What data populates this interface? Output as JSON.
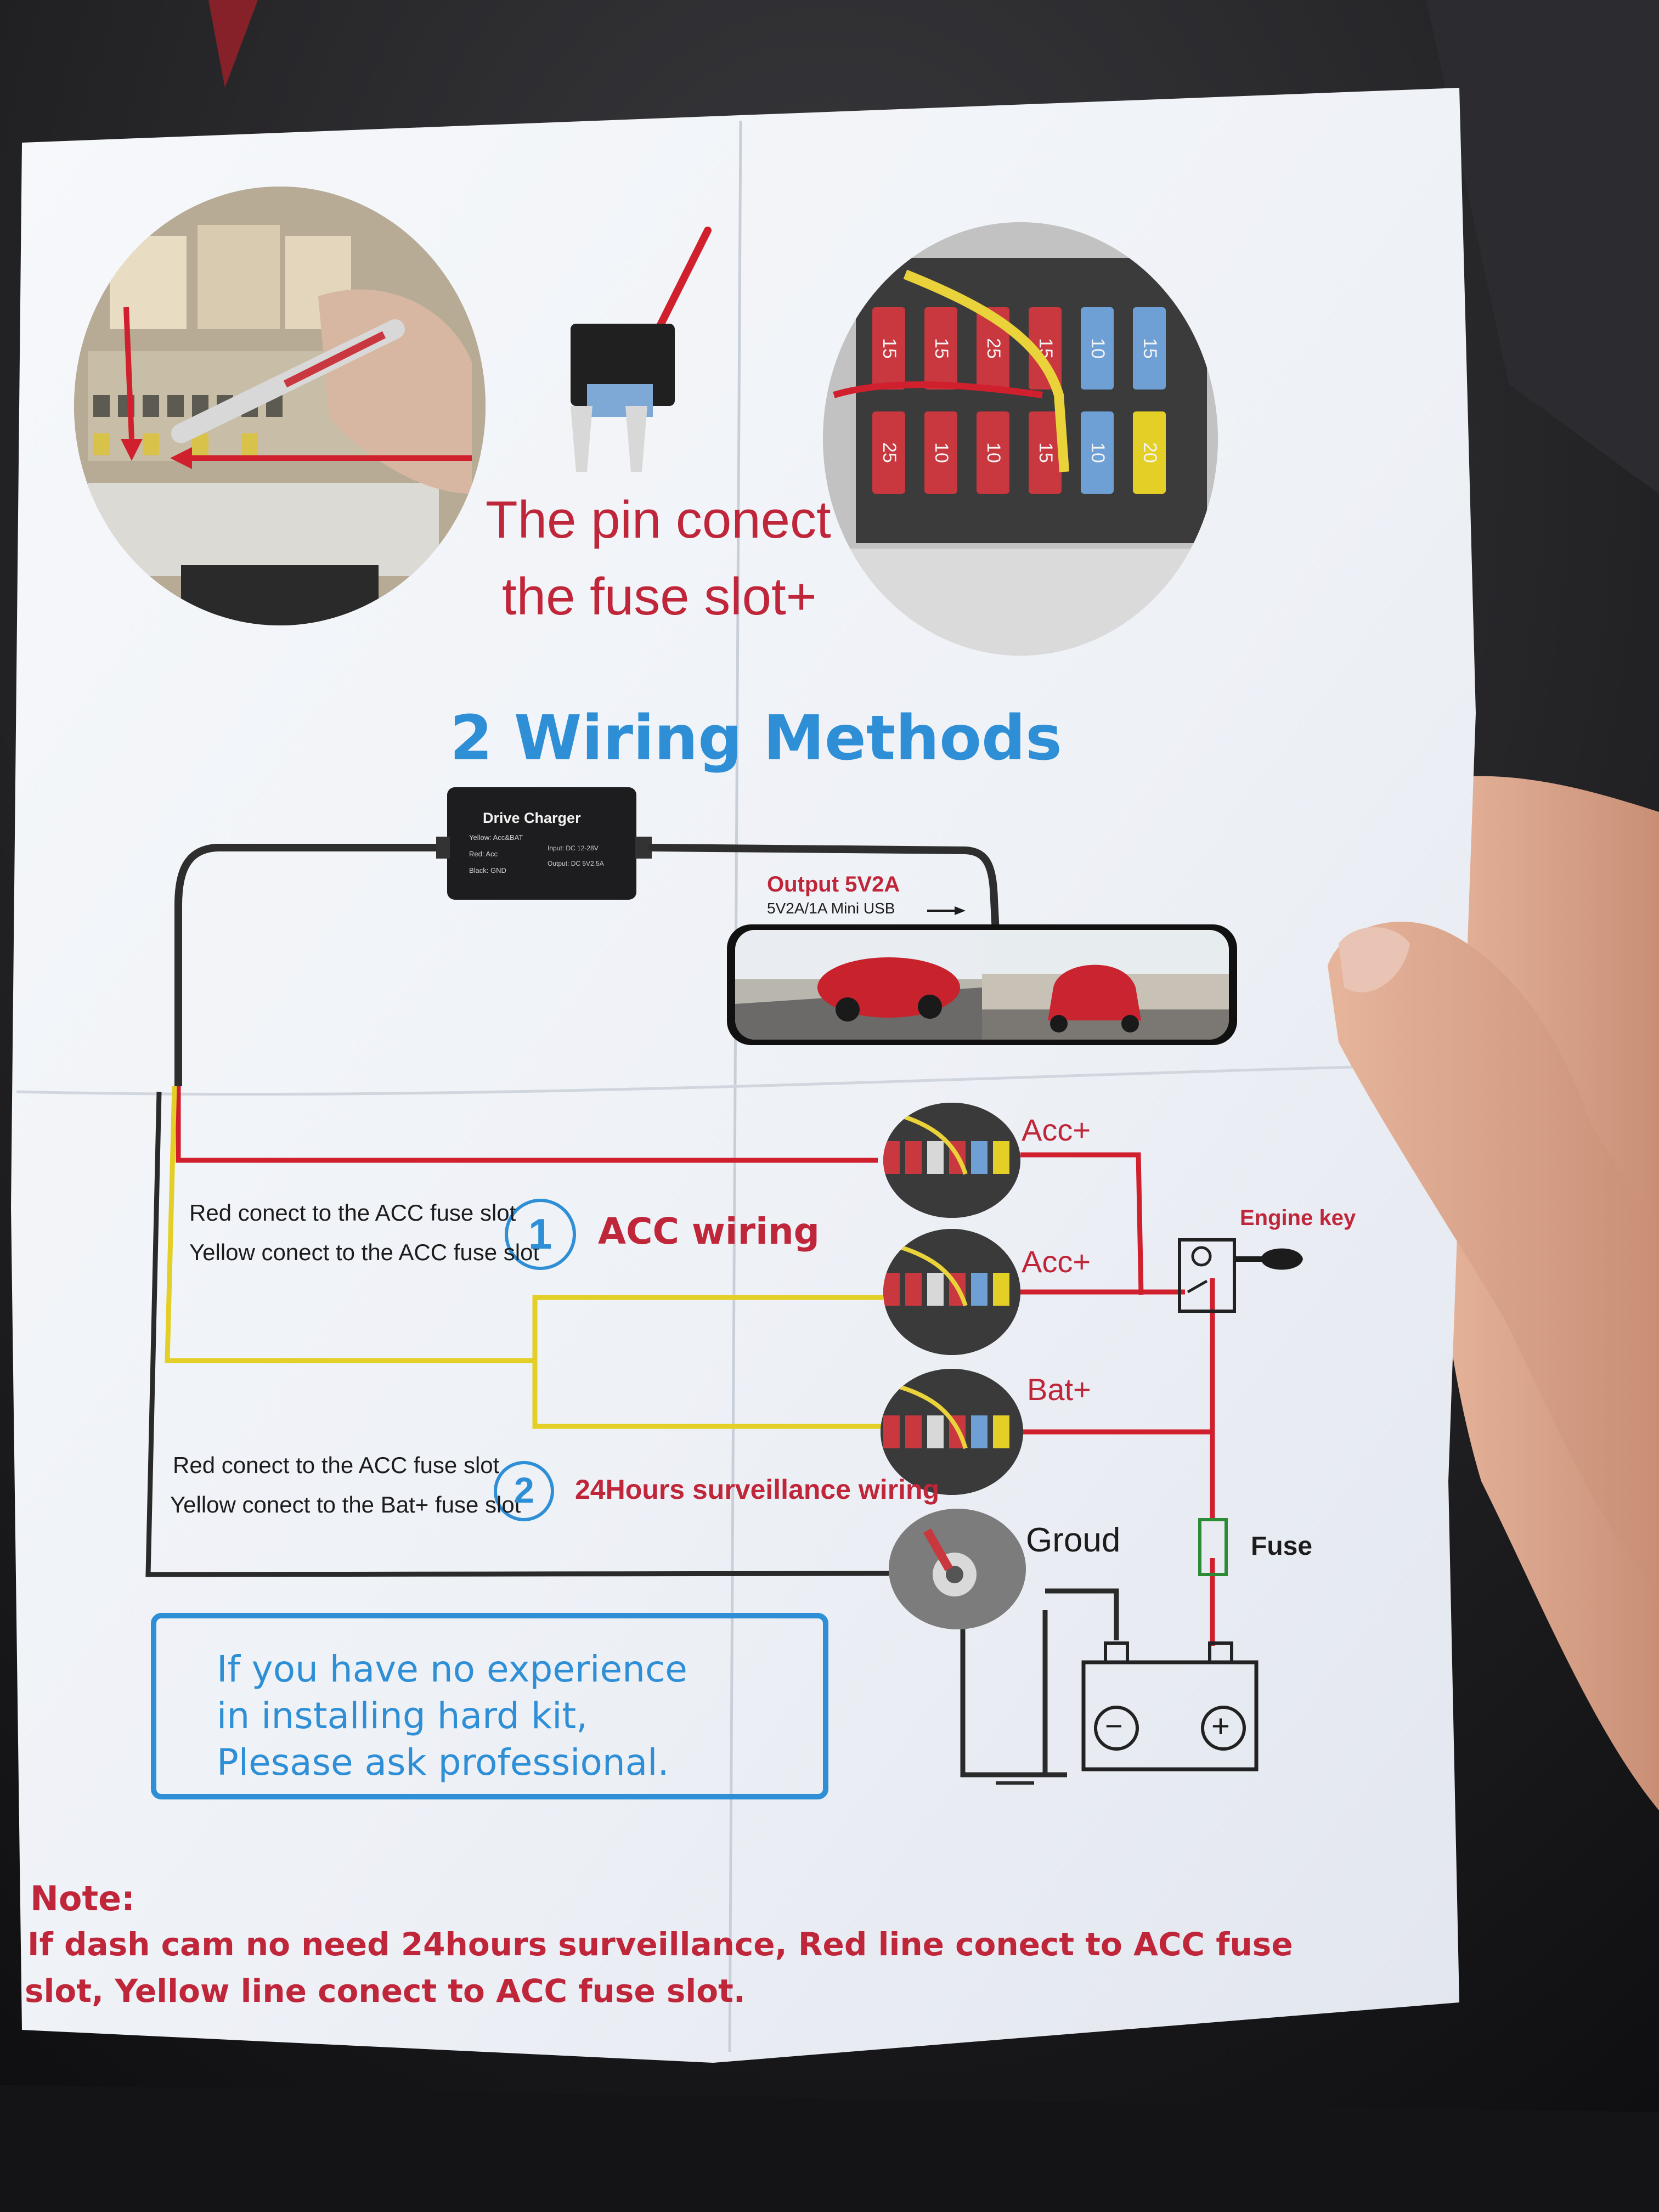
{
  "photo_caption": {
    "line1": "The pin conect",
    "line2": "the fuse slot+"
  },
  "title": "2 Wiring Methods",
  "charger": {
    "title": "Drive Charger",
    "left_lines": [
      "Yellow: Acc&BAT",
      "Red: Acc",
      "Black: GND"
    ],
    "right_lines": [
      "Input: DC 12-28V",
      "Output: DC 5V2.5A"
    ]
  },
  "output": {
    "label": "Output 5V2A",
    "sub": "5V2A/1A Mini USB"
  },
  "terminals": {
    "acc1": "Acc+",
    "acc2": "Acc+",
    "bat": "Bat+",
    "ground": "Groud",
    "fuse": "Fuse",
    "engine_key": "Engine key"
  },
  "method1": {
    "number": "1",
    "title": "ACC wiring",
    "line1": "Red conect to the ACC fuse slot",
    "line2": "Yellow conect to the ACC fuse slot"
  },
  "method2": {
    "number": "2",
    "title": "24Hours surveillance wiring",
    "line1": "Red conect to the ACC fuse slot",
    "line2": "Yellow conect to the Bat+ fuse slot"
  },
  "warning": {
    "line1": "If you have no experience",
    "line2": "in installing hard kit,",
    "line3": "Plesase ask professional."
  },
  "battery": {
    "minus": "−",
    "plus": "+"
  },
  "fuse_labels": [
    "15",
    "15",
    "25",
    "15",
    "10",
    "15",
    "25",
    "10",
    "10",
    "15",
    "10",
    "20"
  ],
  "note": {
    "label": "Note:",
    "line1": "If dash cam no need 24hours surveillance, Red line conect to ACC fuse",
    "line2": "slot, Yellow line conect to ACC fuse slot."
  },
  "colors": {
    "red_wire": "#d0202e",
    "yellow_wire": "#e4cf27",
    "black_wire": "#2a2a2a",
    "title_blue": "#2f8fd6",
    "text_red": "#c0263a"
  }
}
